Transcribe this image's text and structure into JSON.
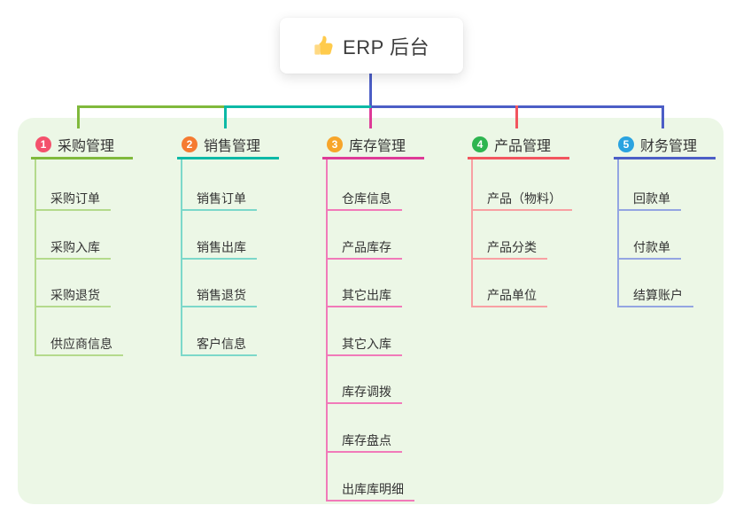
{
  "root": {
    "icon": "thumbs-up",
    "label": "ERP 后台"
  },
  "connector_color": "#4c5ec6",
  "panel_color": "#ecf7e6",
  "branches": [
    {
      "number": "1",
      "title": "采购管理",
      "badge_color": "#f4516c",
      "line_color": "#80b93c",
      "light_color": "#b4da8c",
      "children": [
        "采购订单",
        "采购入库",
        "采购退货",
        "供应商信息"
      ]
    },
    {
      "number": "2",
      "title": "销售管理",
      "badge_color": "#f57b31",
      "line_color": "#0cb9a6",
      "light_color": "#7cd8ca",
      "children": [
        "销售订单",
        "销售出库",
        "销售退货",
        "客户信息"
      ]
    },
    {
      "number": "3",
      "title": "库存管理",
      "badge_color": "#f7a52a",
      "line_color": "#de3a97",
      "light_color": "#f17ab9",
      "children": [
        "仓库信息",
        "产品库存",
        "其它出库",
        "其它入库",
        "库存调拨",
        "库存盘点",
        "出库库明细"
      ]
    },
    {
      "number": "4",
      "title": "产品管理",
      "badge_color": "#2eb550",
      "line_color": "#f2555e",
      "light_color": "#f8a0a3",
      "children": [
        "产品（物料）",
        "产品分类",
        "产品单位"
      ]
    },
    {
      "number": "5",
      "title": "财务管理",
      "badge_color": "#2aa3e0",
      "line_color": "#4c5ec6",
      "light_color": "#94a5e2",
      "children": [
        "回款单",
        "付款单",
        "结算账户"
      ]
    }
  ]
}
